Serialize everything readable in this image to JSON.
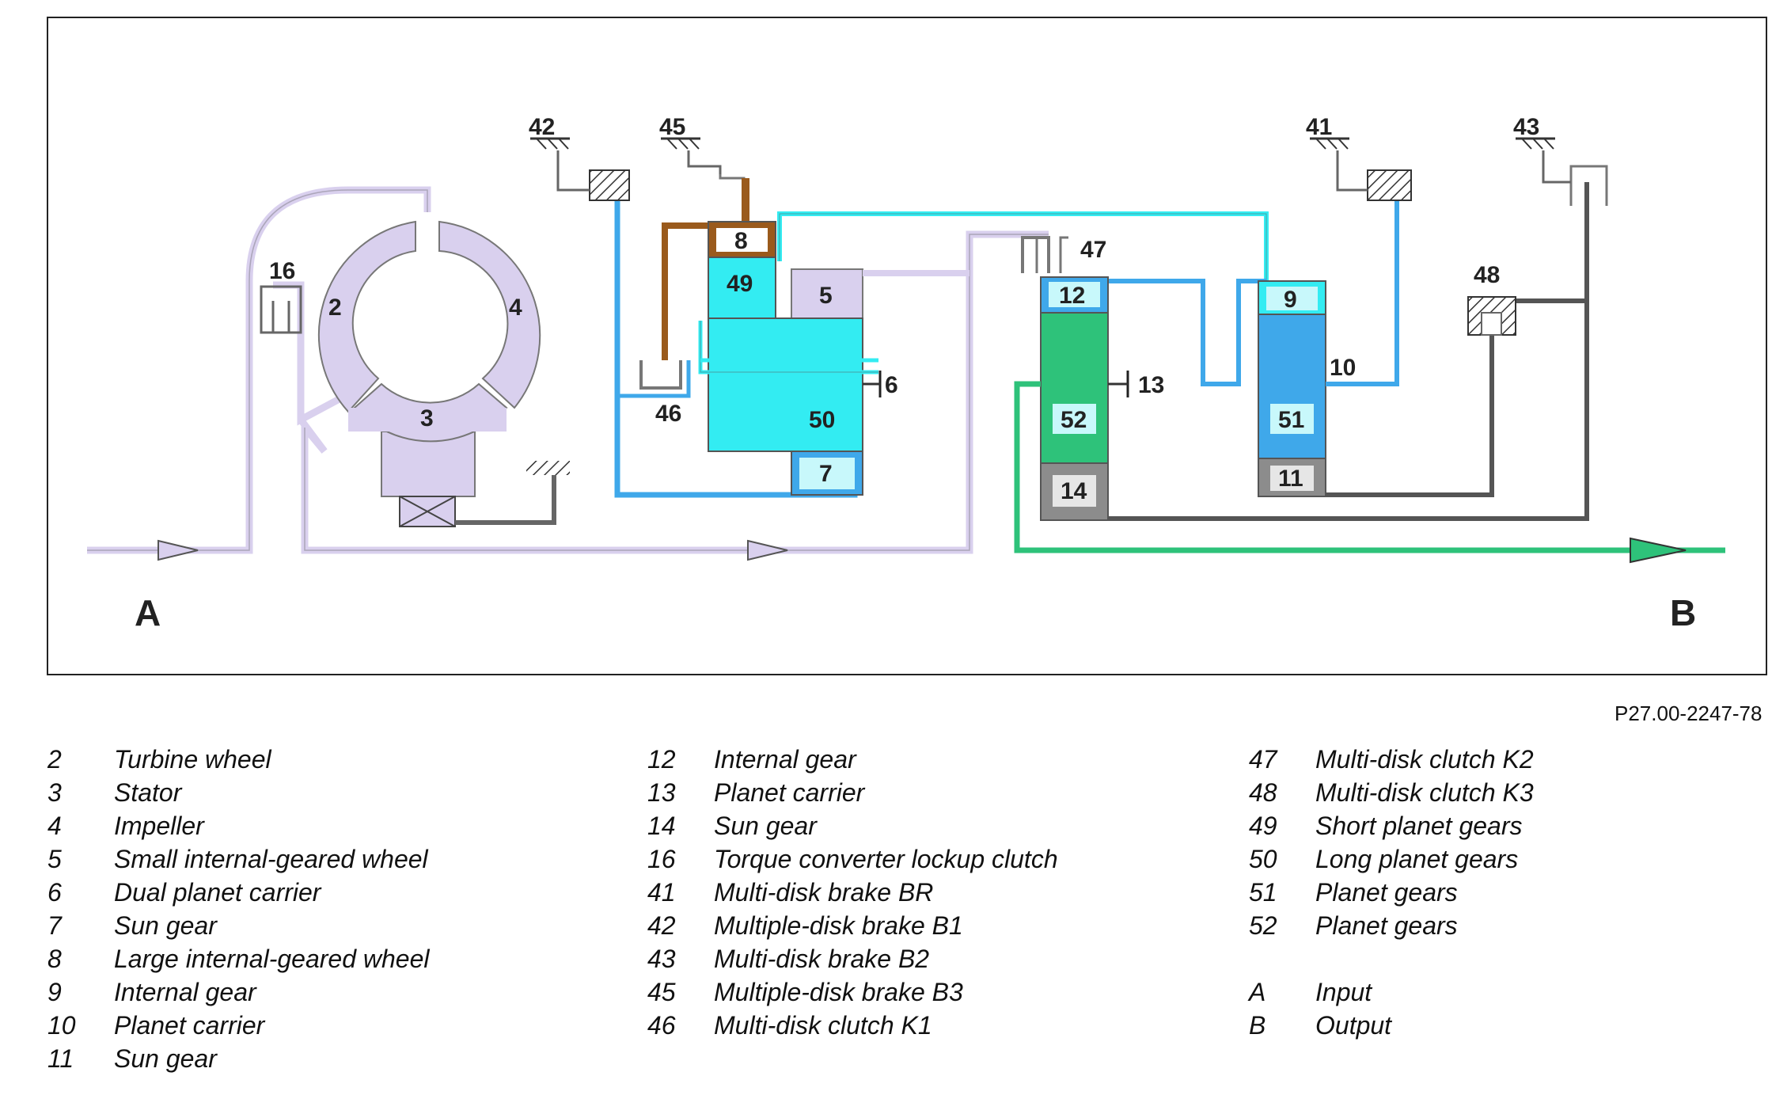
{
  "diagram": {
    "ref_code": "P27.00-2247-78",
    "input_label": "A",
    "output_label": "B",
    "tags": {
      "t2": "2",
      "t3": "3",
      "t4": "4",
      "t5": "5",
      "t6": "6",
      "t7": "7",
      "t8": "8",
      "t9": "9",
      "t10": "10",
      "t11": "11",
      "t12": "12",
      "t13": "13",
      "t14": "14",
      "t16": "16",
      "t41": "41",
      "t42": "42",
      "t43": "43",
      "t45": "45",
      "t46": "46",
      "t47": "47",
      "t48": "48",
      "t49": "49",
      "t50": "50",
      "t51": "51",
      "t52": "52"
    },
    "colors": {
      "converter": "#d9d0ee",
      "cyan": "#33ecf2",
      "light_cyan": "#c8f8fb",
      "brown": "#9a5a1c",
      "blue": "#3fa8ea",
      "green": "#2ec27a",
      "grey": "#8c8c8c"
    }
  },
  "legend": {
    "col1": [
      {
        "num": "2",
        "text": "Turbine wheel"
      },
      {
        "num": "3",
        "text": "Stator"
      },
      {
        "num": "4",
        "text": "Impeller"
      },
      {
        "num": "5",
        "text": "Small internal-geared wheel"
      },
      {
        "num": "6",
        "text": "Dual planet carrier"
      },
      {
        "num": "7",
        "text": "Sun gear"
      },
      {
        "num": "8",
        "text": "Large internal-geared wheel"
      },
      {
        "num": "9",
        "text": "Internal gear"
      },
      {
        "num": "10",
        "text": "Planet carrier"
      },
      {
        "num": "11",
        "text": "Sun gear"
      }
    ],
    "col2": [
      {
        "num": "12",
        "text": "Internal gear"
      },
      {
        "num": "13",
        "text": "Planet carrier"
      },
      {
        "num": "14",
        "text": "Sun gear"
      },
      {
        "num": "16",
        "text": "Torque converter lockup clutch"
      },
      {
        "num": "41",
        "text": "Multi-disk brake BR"
      },
      {
        "num": "42",
        "text": "Multiple-disk brake B1"
      },
      {
        "num": "43",
        "text": "Multi-disk brake B2"
      },
      {
        "num": "45",
        "text": "Multiple-disk brake B3"
      },
      {
        "num": "46",
        "text": "Multi-disk clutch K1"
      }
    ],
    "col3": [
      {
        "num": "47",
        "text": "Multi-disk clutch K2"
      },
      {
        "num": "48",
        "text": "Multi-disk clutch K3"
      },
      {
        "num": "49",
        "text": "Short planet gears"
      },
      {
        "num": "50",
        "text": "Long planet gears"
      },
      {
        "num": "51",
        "text": "Planet gears"
      },
      {
        "num": "52",
        "text": "Planet gears"
      }
    ],
    "col3b": [
      {
        "num": "A",
        "text": "Input"
      },
      {
        "num": "B",
        "text": "Output"
      }
    ]
  }
}
